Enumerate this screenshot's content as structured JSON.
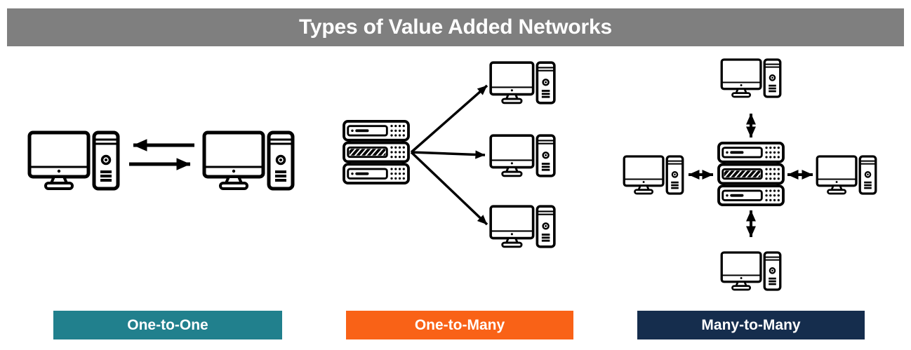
{
  "header": {
    "title": "Types of Value Added Networks",
    "bg_color": "#7F7F7F",
    "text_color": "#FFFFFF"
  },
  "sections": [
    {
      "label": "One-to-One",
      "label_bg_color": "#21808D",
      "computer_count": 2,
      "server_count": 0,
      "connection": "two opposing one-way arrows between two computers"
    },
    {
      "label": "One-to-Many",
      "label_bg_color": "#F96217",
      "computer_count": 3,
      "server_count": 1,
      "connection": "arrows fan out from one server to three computers"
    },
    {
      "label": "Many-to-Many",
      "label_bg_color": "#152D4D",
      "computer_count": 4,
      "server_count": 1,
      "connection": "double-headed arrows between central server and four computers"
    }
  ],
  "icons": {
    "computer": "desktop computer with monitor and tower",
    "server": "stacked rack server"
  },
  "arrow_color": "#000000"
}
